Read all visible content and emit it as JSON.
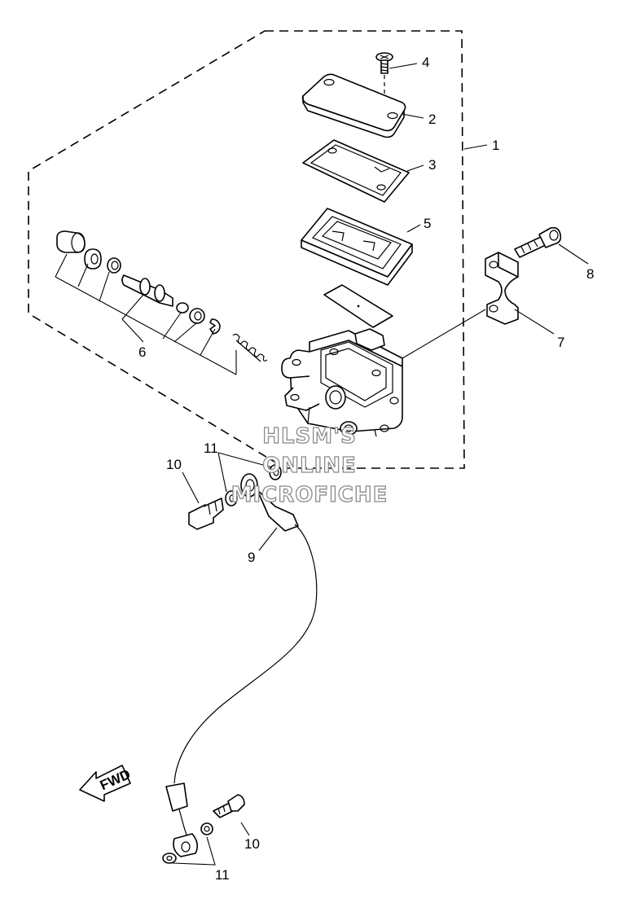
{
  "callouts": {
    "p1": "1",
    "p2": "2",
    "p3": "3",
    "p4": "4",
    "p5": "5",
    "p6": "6",
    "p7": "7",
    "p8": "8",
    "p9": "9",
    "p10_top": "10",
    "p10_bottom": "10",
    "p11_top": "11",
    "p11_bottom": "11"
  },
  "fwd_label": "FWD",
  "watermark": {
    "line1": "HLSM'S",
    "line2": "ONLINE",
    "line3": "MICROFICHE"
  }
}
